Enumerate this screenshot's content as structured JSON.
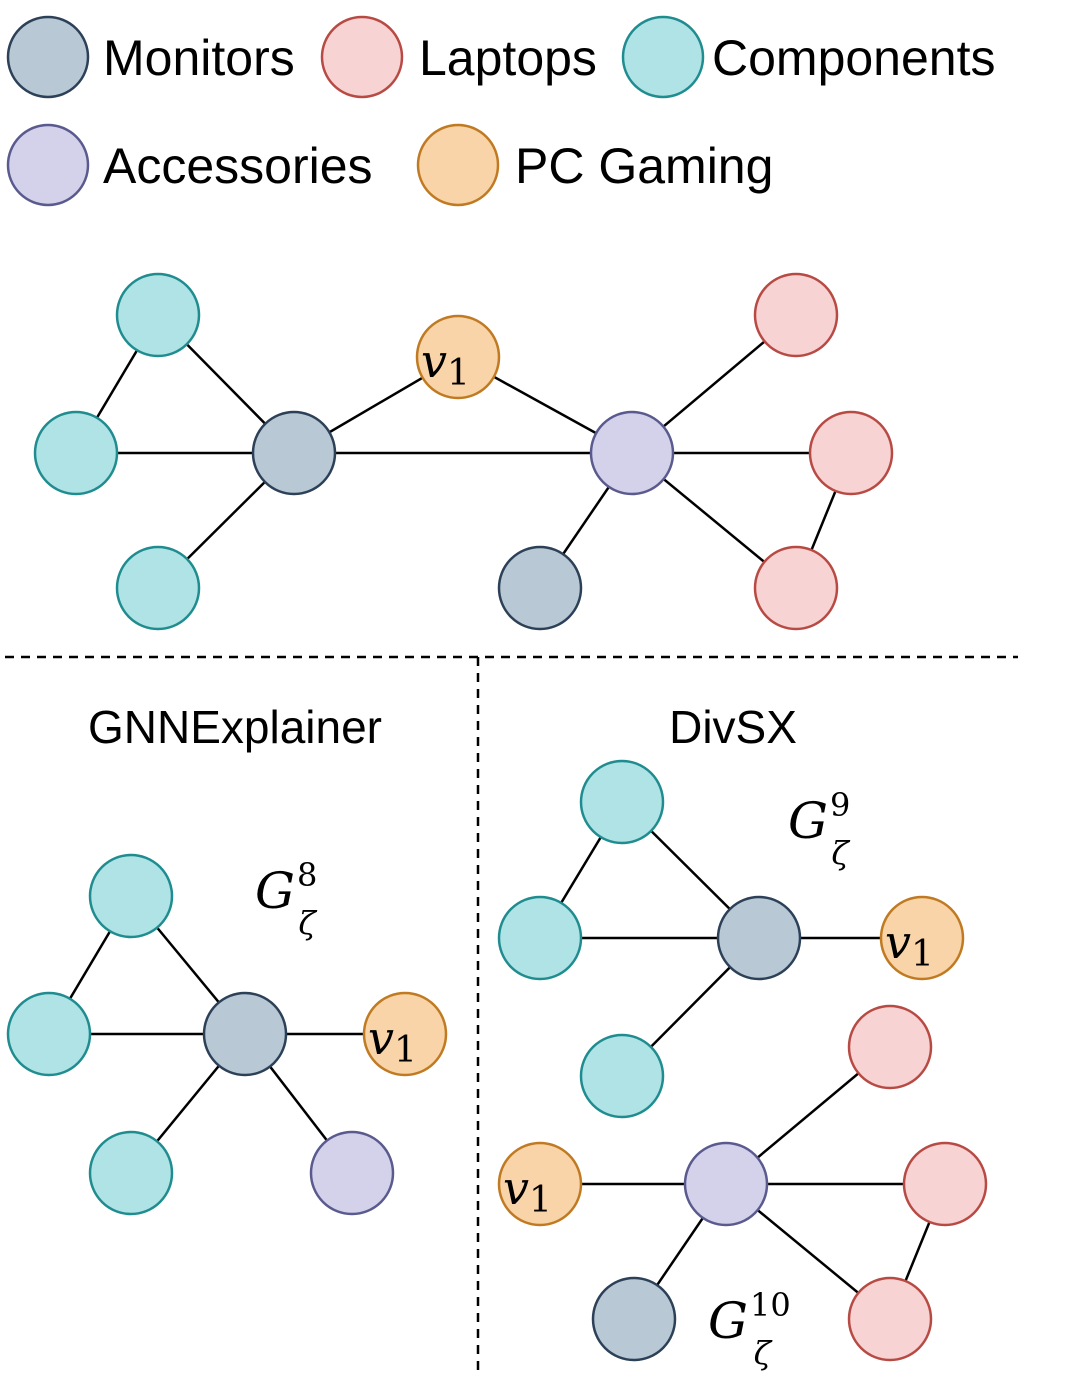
{
  "legend": [
    {
      "key": "monitors",
      "label": "Monitors",
      "fill": "#b8c8d4",
      "stroke": "#2c4058"
    },
    {
      "key": "laptops",
      "label": "Laptops",
      "fill": "#f8d3d3",
      "stroke": "#b84a44"
    },
    {
      "key": "components",
      "label": "Components",
      "fill": "#b0e3e5",
      "stroke": "#1f8c8f"
    },
    {
      "key": "accessories",
      "label": "Accessories",
      "fill": "#d4d2ea",
      "stroke": "#5a5a8e"
    },
    {
      "key": "pc_gaming",
      "label": "PC Gaming",
      "fill": "#f9d4a8",
      "stroke": "#c07a22"
    }
  ],
  "node_label": {
    "base": "v",
    "sub": "1"
  },
  "panels": {
    "left_title": "GNNExplainer",
    "right_title": "DivSX"
  },
  "subgraphs": {
    "g8": {
      "base": "G",
      "sub": "ζ",
      "sup": "8"
    },
    "g9": {
      "base": "G",
      "sub": "ζ",
      "sup": "9"
    },
    "g10": {
      "base": "G",
      "sub": "ζ",
      "sup": "10"
    }
  }
}
